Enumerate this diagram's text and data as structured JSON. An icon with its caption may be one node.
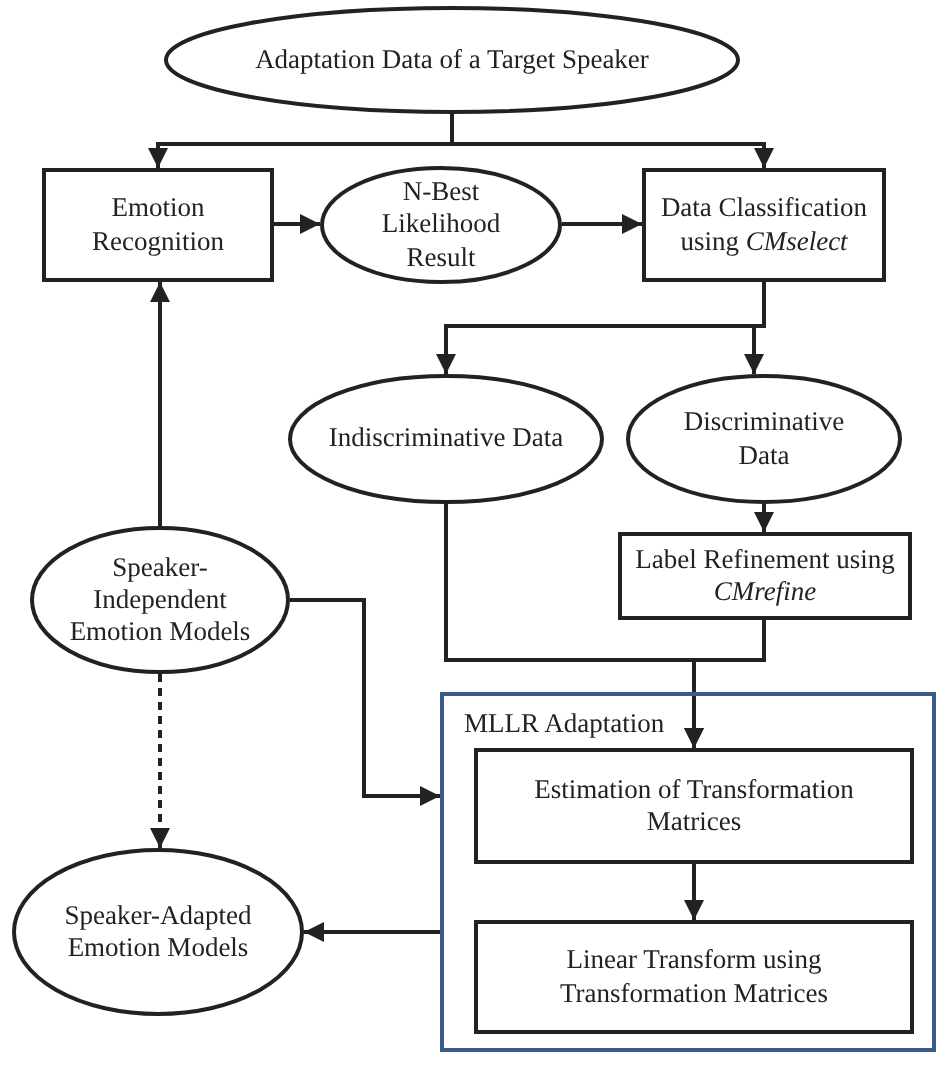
{
  "diagram": {
    "nodes": [
      {
        "text": [
          "Adaptation Data of a Target Speaker"
        ]
      },
      {
        "text": [
          "Emotion Recognition"
        ]
      },
      {
        "text": [
          "N-Best Likelihood Result"
        ]
      },
      {
        "text": [
          "Data Classification using *CMselect*"
        ]
      },
      {
        "text": [
          "Indiscriminative Data"
        ]
      },
      {
        "text": [
          "Discriminative Data"
        ]
      },
      {
        "text": [
          "Speaker-Independent Emotion Models"
        ]
      },
      {
        "text": [
          "Label Refinement using *CMrefine*"
        ]
      },
      {
        "text": [
          "MLLR Adaptation"
        ]
      },
      {
        "text": [
          "Estimation of Transformation Matrices"
        ],
        "in": 8
      },
      {
        "text": [
          "Linear Transform using Transformation Matrices"
        ],
        "in": 8
      },
      {
        "text": [
          "Speaker-Adapted Emotion Models"
        ]
      }
    ],
    "edges": [
      {
        "from": 0,
        "to": 1,
        "arrow": "to"
      },
      {
        "from": 0,
        "to": 3,
        "arrow": "to"
      },
      {
        "from": 1,
        "to": 2,
        "arrow": "to"
      },
      {
        "from": 2,
        "to": 3,
        "arrow": "to"
      },
      {
        "from": 3,
        "to": 4,
        "arrow": "to"
      },
      {
        "from": 3,
        "to": 5,
        "arrow": "to"
      },
      {
        "from": 6,
        "to": 1,
        "arrow": "to"
      },
      {
        "from": 5,
        "to": 7,
        "arrow": "to"
      },
      {
        "from": 4,
        "to": 9,
        "arrow": "to"
      },
      {
        "from": 7,
        "to": 9,
        "arrow": "to"
      },
      {
        "from": 6,
        "to": 8,
        "arrow": "to"
      },
      {
        "from": 6,
        "to": 11,
        "arrow": "to",
        "style": "dashed"
      },
      {
        "from": 9,
        "to": 10,
        "arrow": "to"
      },
      {
        "from": 8,
        "to": 11,
        "arrow": "to"
      }
    ]
  }
}
